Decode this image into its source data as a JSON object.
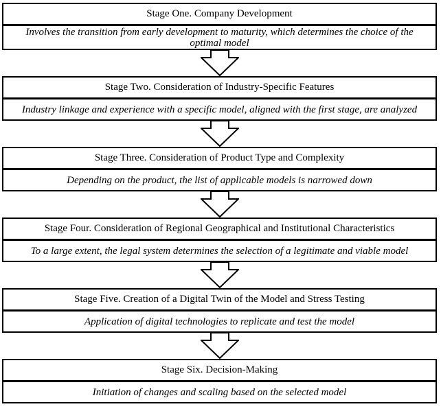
{
  "colors": {
    "border": "#000000",
    "background": "#ffffff",
    "text": "#000000"
  },
  "connector": {
    "icon": "down-block-arrow",
    "fill": "#ffffff",
    "stroke": "#000000"
  },
  "stages": [
    {
      "title": "Stage One. Company Development",
      "description": "Involves the transition from early development to maturity, which determines the choice of the optimal model"
    },
    {
      "title": "Stage Two. Consideration of Industry-Specific Features",
      "description": "Industry linkage and experience with a specific model, aligned with the first stage, are analyzed"
    },
    {
      "title": "Stage Three. Consideration of Product Type and Complexity",
      "description": "Depending on the product, the list of applicable models is narrowed down"
    },
    {
      "title": "Stage Four. Consideration of Regional Geographical and Institutional Characteristics",
      "description": "To a large extent, the legal system determines the selection of a legitimate and viable model"
    },
    {
      "title": "Stage Five. Creation of a Digital Twin of the Model and Stress Testing",
      "description": "Application of digital technologies to replicate and test the model"
    },
    {
      "title": "Stage Six. Decision-Making",
      "description": "Initiation of changes and scaling based on the selected model"
    }
  ]
}
